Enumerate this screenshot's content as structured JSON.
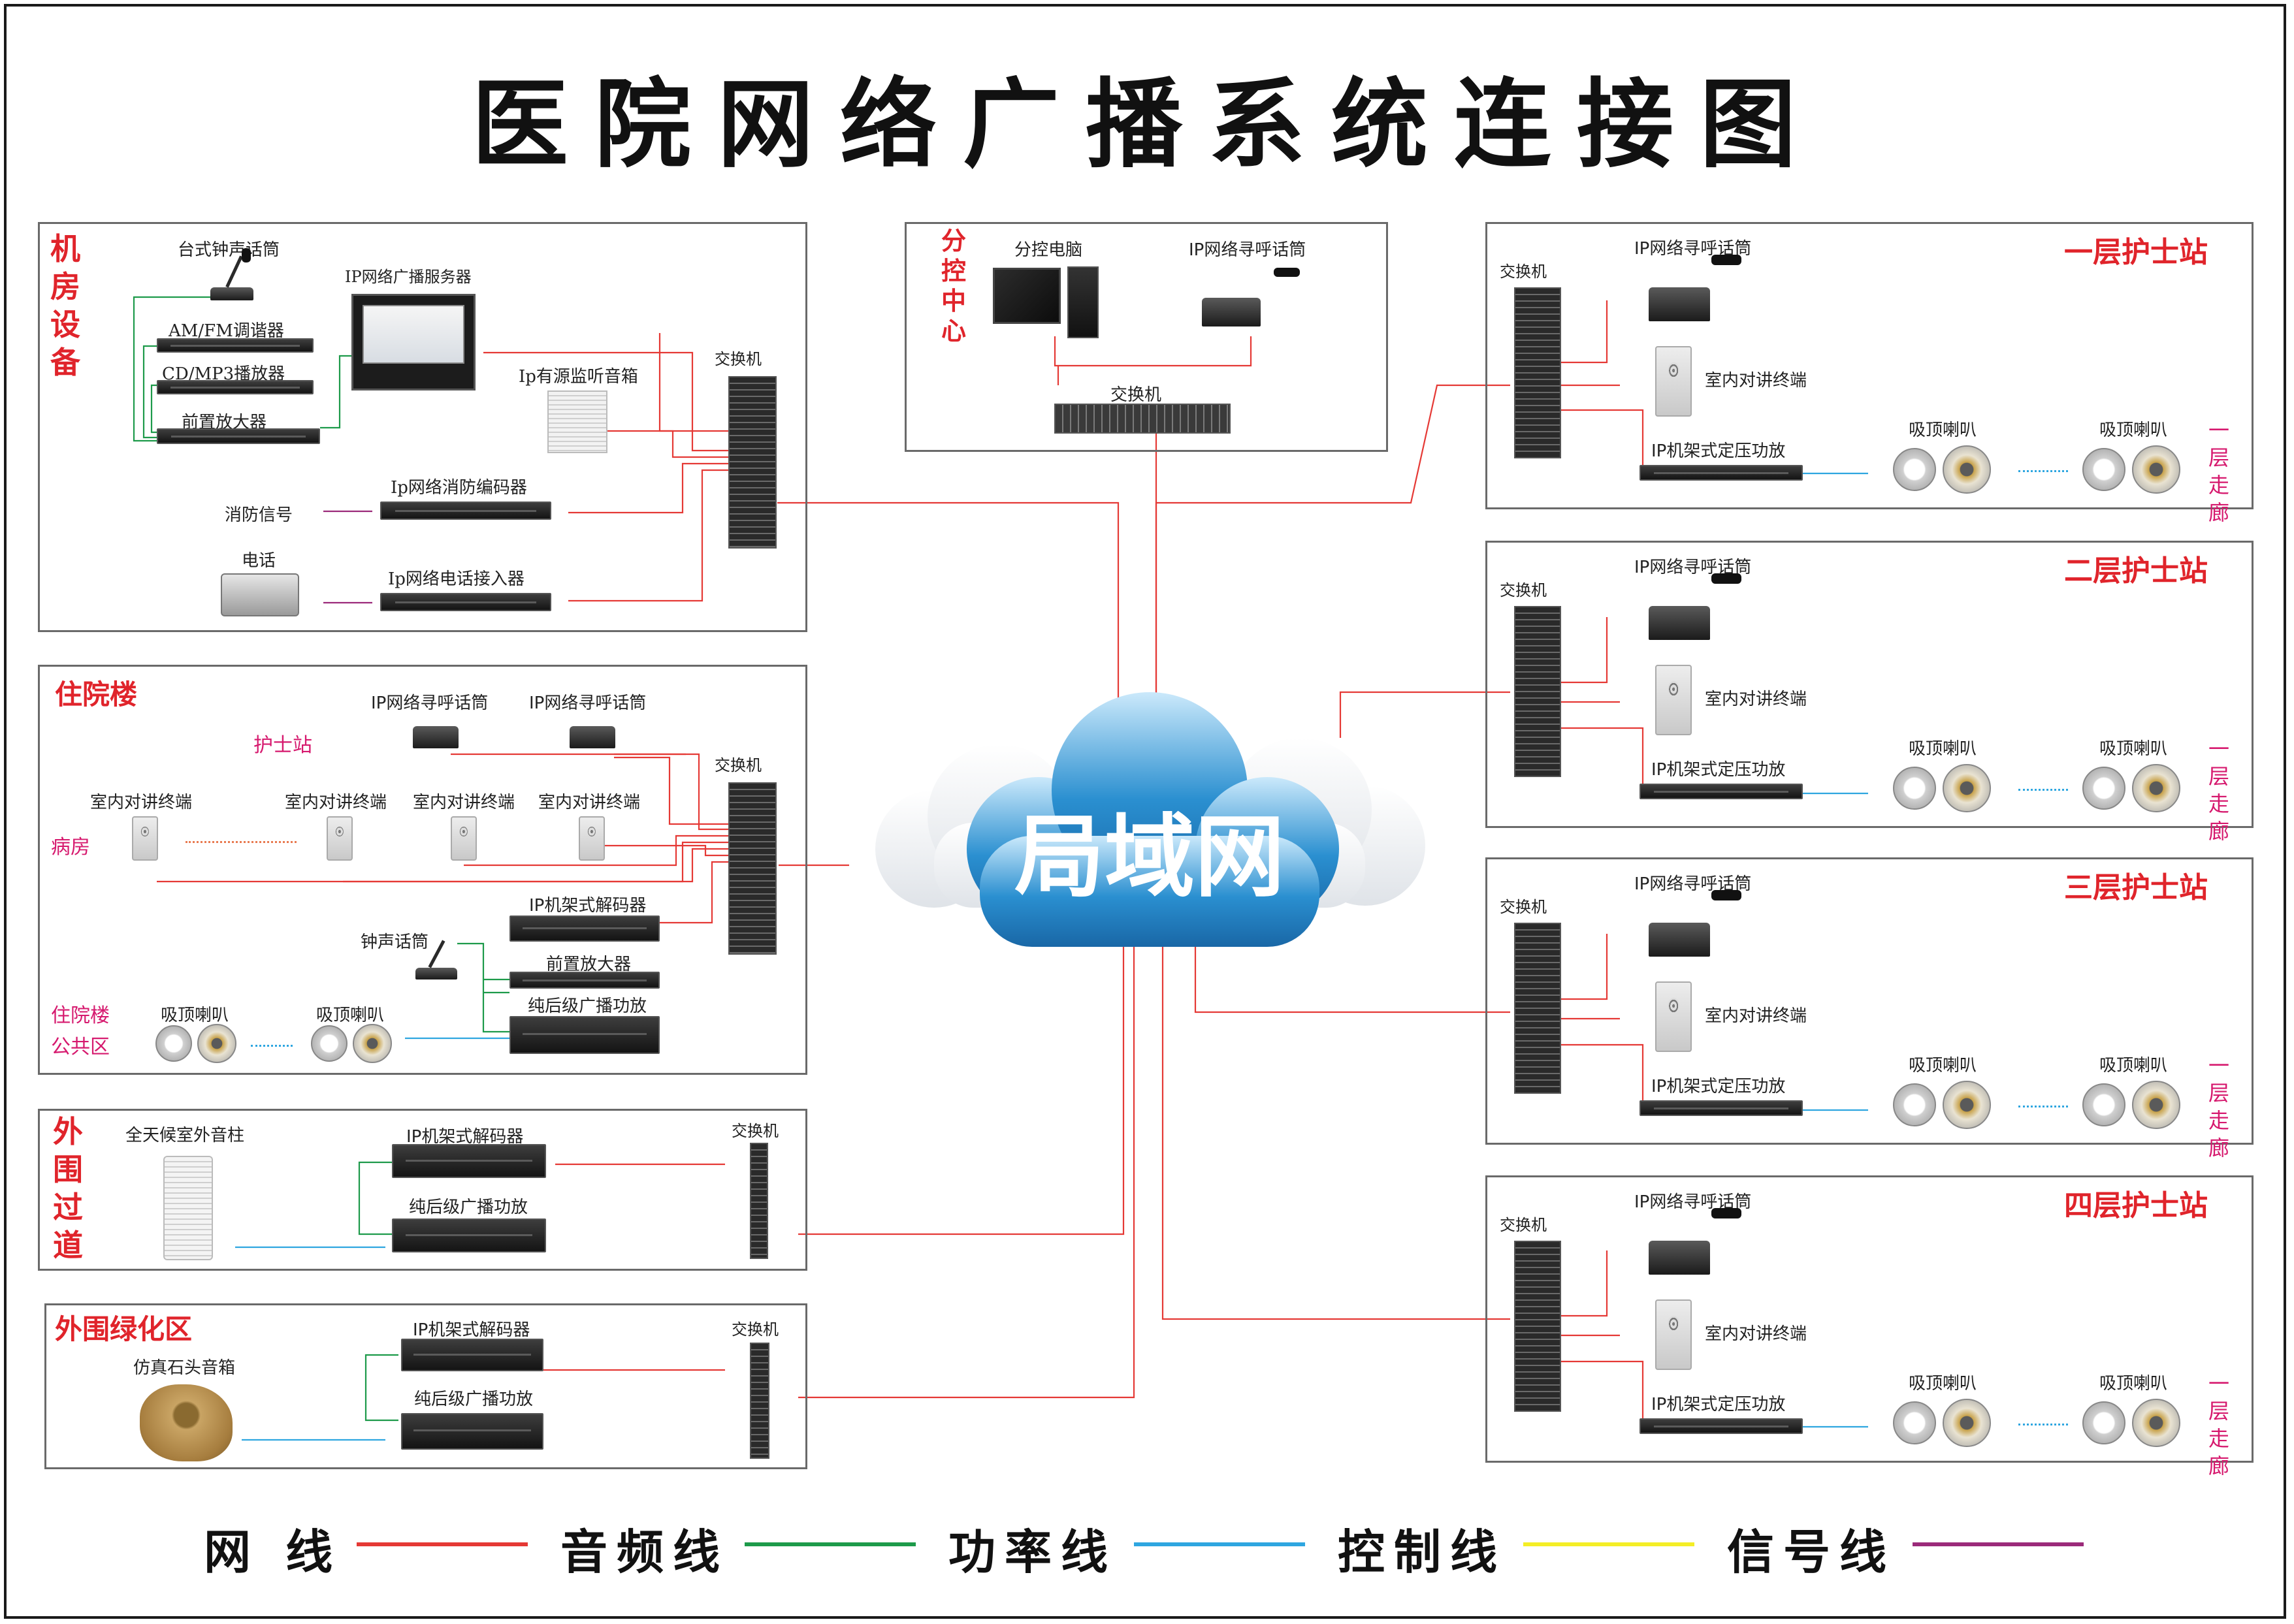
{
  "title": "医院网络广播系统连接图",
  "colors": {
    "network": "#e53935",
    "audio": "#1d9a4a",
    "power": "#2ea6e0",
    "control": "#f4ee26",
    "signal": "#9b2a7a",
    "section": "#e0242b",
    "sub": "#d6196e"
  },
  "cloud": {
    "label": "局域网"
  },
  "machine_room": {
    "heading": "机房设备",
    "desk_mic": "台式钟声话筒",
    "server": "IP网络广播服务器",
    "tuner": "AM/FM调谐器",
    "cd": "CD/MP3播放器",
    "preamp": "前置放大器",
    "monitor_speaker": "Ip有源监听音箱",
    "switch": "交换机",
    "fire_encoder": "Ip网络消防编码器",
    "fire_signal": "消防信号",
    "phone": "电话",
    "phone_gateway": "Ip网络电话接入器"
  },
  "control_center": {
    "heading": "分控中心",
    "pc": "分控电脑",
    "paging_mic": "IP网络寻呼话筒",
    "switch": "交换机"
  },
  "inpatient": {
    "heading": "住院楼",
    "paging_mic_1": "IP网络寻呼话筒",
    "paging_mic_2": "IP网络寻呼话筒",
    "nurse_station": "护士站",
    "switch": "交换机",
    "ward": "病房",
    "terminals": [
      "室内对讲终端",
      "室内对讲终端",
      "室内对讲终端",
      "室内对讲终端"
    ],
    "decoder": "IP机架式解码器",
    "bell_mic": "钟声话筒",
    "preamp": "前置放大器",
    "amp": "纯后级广播功放",
    "public_area_1": "住院楼",
    "public_area_2": "公共区",
    "speaker_1": "吸顶喇叭",
    "speaker_2": "吸顶喇叭"
  },
  "perimeter": {
    "heading": "外围过道",
    "column_speaker": "全天候室外音柱",
    "decoder": "IP机架式解码器",
    "amp": "纯后级广播功放",
    "switch": "交换机"
  },
  "green_area": {
    "heading": "外围绿化区",
    "rock_speaker": "仿真石头音箱",
    "decoder": "IP机架式解码器",
    "amp": "纯后级广播功放",
    "switch": "交换机"
  },
  "floors": [
    {
      "name": "一层护士站",
      "switch": "交换机",
      "paging_mic": "IP网络寻呼话筒",
      "terminal": "室内对讲终端",
      "amp": "IP机架式定压功放",
      "speaker_1": "吸顶喇叭",
      "speaker_2": "吸顶喇叭",
      "corridor": "一层走廊"
    },
    {
      "name": "二层护士站",
      "switch": "交换机",
      "paging_mic": "IP网络寻呼话筒",
      "terminal": "室内对讲终端",
      "amp": "IP机架式定压功放",
      "speaker_1": "吸顶喇叭",
      "speaker_2": "吸顶喇叭",
      "corridor": "一层走廊"
    },
    {
      "name": "三层护士站",
      "switch": "交换机",
      "paging_mic": "IP网络寻呼话筒",
      "terminal": "室内对讲终端",
      "amp": "IP机架式定压功放",
      "speaker_1": "吸顶喇叭",
      "speaker_2": "吸顶喇叭",
      "corridor": "一层走廊"
    },
    {
      "name": "四层护士站",
      "switch": "交换机",
      "paging_mic": "IP网络寻呼话筒",
      "terminal": "室内对讲终端",
      "amp": "IP机架式定压功放",
      "speaker_1": "吸顶喇叭",
      "speaker_2": "吸顶喇叭",
      "corridor": "一层走廊"
    }
  ],
  "legend": [
    {
      "label": "网 线",
      "color": "#e53935"
    },
    {
      "label": "音频线",
      "color": "#1d9a4a"
    },
    {
      "label": "功率线",
      "color": "#2ea6e0"
    },
    {
      "label": "控制线",
      "color": "#f4ee26"
    },
    {
      "label": "信号线",
      "color": "#9b2a7a"
    }
  ]
}
